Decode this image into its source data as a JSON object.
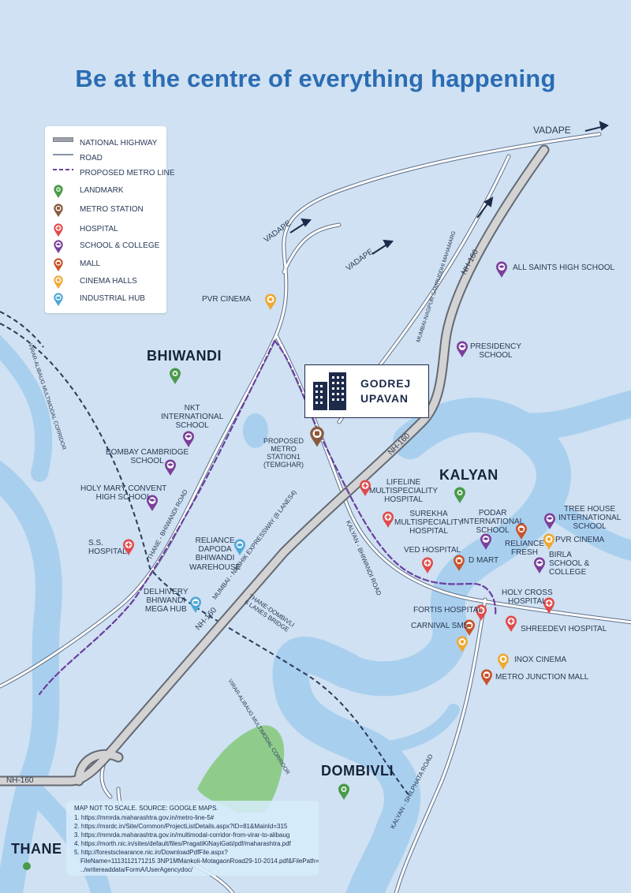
{
  "title": "Be at the centre of everything happening",
  "legend": {
    "national_highway": "NATIONAL HIGHWAY",
    "road": "ROAD",
    "metro_line": "PROPOSED METRO LINE",
    "landmark": "LANDMARK",
    "metro_station": "METRO STATION",
    "hospital": "HOSPITAL",
    "school": "SCHOOL & COLLEGE",
    "mall": "MALL",
    "cinema": "CINEMA HALLS",
    "industrial": "INDUSTRIAL HUB"
  },
  "colors": {
    "water": "#cfe1f2",
    "river": "#a9cfee",
    "highway": "#d3d3d3",
    "highway_edge": "#646973",
    "metro": "#6a3ea0",
    "road_casing": "#5f7189",
    "title": "#2b6cb3",
    "landmark": "#4a9a4a",
    "metro_station": "#8a5a3c",
    "hospital": "#e24a4a",
    "school": "#7b3f9a",
    "mall": "#c8532a",
    "cinema": "#f0a830",
    "industrial": "#4ea8d8"
  },
  "project": {
    "line1": "GODREJ",
    "line2": "UPAVAN"
  },
  "cities": {
    "bhiwandi": "BHIWANDI",
    "kalyan": "KALYAN",
    "dombivli": "DOMBIVLI",
    "thane": "THANE"
  },
  "directions": {
    "vadape_top": "VADAPE",
    "vadape_left": "VADAPE",
    "vadape_mid": "VADAPE"
  },
  "places": {
    "pvr_left": "PVR CINEMA",
    "all_saints": "ALL SAINTS HIGH SCHOOL",
    "presidency": "PRESIDENCY\nSCHOOL",
    "nkt": "NKT\nINTERNATIONAL\nSCHOOL",
    "bombay_cambridge": "BOMBAY CAMBRIDGE\nSCHOOL",
    "holy_mary": "HOLY MARY CONVENT\nHIGH SCHOOL",
    "ss_hospital": "S.S.\nHOSPITAL",
    "reliance_dapoda": "RELIANCE\nDAPODA\nBHIWANDI\nWAREHOUSE",
    "delhivery": "DELHIVERY\nBHIWANDI\nMEGA HUB",
    "metro_station": "PROPOSED\nMETRO\nSTATION1\n(TEMGHAR)",
    "lifeline": "LIFELINE\nMULTISPECIALITY\nHOSPITAL",
    "surekha": "SUREKHA\nMULTISPECIALITY\nHOSPITAL",
    "podar": "PODAR\nINTERNATIONAL\nSCHOOL",
    "tree_house": "TREE HOUSE\nINTERNATIONAL\nSCHOOL",
    "reliance_fresh": "RELIANCE\nFRESH",
    "pvr_right": "PVR CINEMA",
    "ved": "VED HOSPITAL",
    "dmart": "D MART",
    "birla": "BIRLA\nSCHOOL &\nCOLLEGE",
    "holy_cross": "HOLY CROSS\nHOSPITAL",
    "fortis": "FORTIS HOSPITAL",
    "carnival": "CARNIVAL SM5",
    "shreedevi": "SHREEDEVI HOSPITAL",
    "inox": "INOX CINEMA",
    "metro_junction": "METRO JUNCTION MALL"
  },
  "roads": {
    "nh160": "NH-160",
    "samruddhi": "MUMBAI-NAGPUR SAMRUDDHI MAHAMARG",
    "corridor": "VIRAR-ALIBAUG MULTIMODAL CORRIDOR",
    "thane_bhiwandi": "THANE - BHIWANDI ROAD",
    "nashik_expressway": "MUMBAI - NASHIK EXPRESSWAY (8 LANES4)",
    "kalyan_bhiwandi": "KALYAN - BHIWANDI ROAD",
    "thane_dombivli": "THANE-DOMBIVLI\n6 LANES BRIDGE",
    "kalyan_shilphata": "KALYAN - SHILPHATA ROAD"
  },
  "source": {
    "heading": "MAP NOT TO SCALE. SOURCE: GOOGLE MAPS.",
    "lines": [
      "1. https://mmrda.maharashtra.gov.in/metro-line-5#",
      "2. https://msrdc.in/Site/Common/ProjectListDetails.aspx?ID=81&MainId=315",
      "3. https://mmrda.maharashtra.gov.in/multimodal-corridor-from-virar-to-alibaug",
      "4. https://morth.nic.in/sites/default/files/PragatiKiNayiGati/pdf/maharashtra.pdf",
      "5. http://forestsclearance.nic.in/DownloadPdfFile.aspx?",
      "FileName=1113112171215 3NP1MMankoli-MotagaonRoad29-10-2014.pdf&FilePath=",
      "../writereaddata/FormA/UserAgencydoc/"
    ]
  }
}
